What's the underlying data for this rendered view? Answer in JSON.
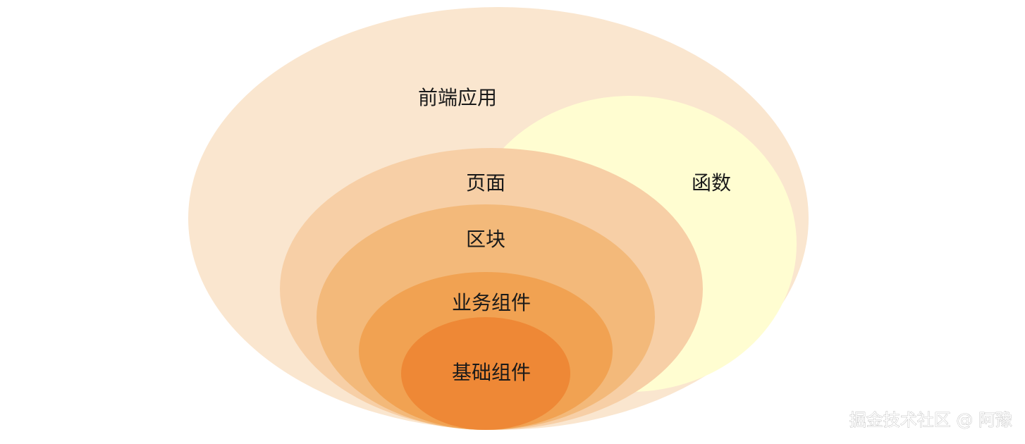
{
  "layers": [
    {
      "id": "frontend-app",
      "label": "前端应用",
      "color": "#fae6cf"
    },
    {
      "id": "function",
      "label": "函数",
      "color": "#fffdd1"
    },
    {
      "id": "page",
      "label": "页面",
      "color": "#f7cfa6"
    },
    {
      "id": "block",
      "label": "区块",
      "color": "#f3b97a"
    },
    {
      "id": "business-component",
      "label": "业务组件",
      "color": "#f1a252"
    },
    {
      "id": "base-component",
      "label": "基础组件",
      "color": "#ee8836"
    }
  ],
  "watermark": "掘金技术社区 @ 阿豫"
}
